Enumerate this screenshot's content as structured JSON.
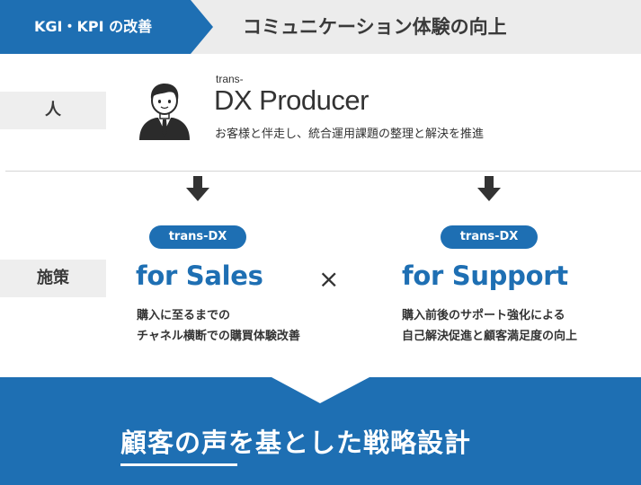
{
  "header": {
    "tag_label": "KGI・KPI の改善",
    "title": "コミュニケーション体験の向上"
  },
  "person_row": {
    "label": "人",
    "avatar_icon": "businessman-icon",
    "brand_small": "trans-",
    "brand_title": "DX Producer",
    "description": "お客様と伴走し、統合運用課題の整理と解決を推進"
  },
  "measures_row": {
    "label": "施策",
    "times_symbol": "×",
    "left": {
      "pill": "trans-DX",
      "title": "for Sales",
      "lines": [
        "購入に至るまでの",
        "チャネル横断での購買体験改善"
      ]
    },
    "right": {
      "pill": "trans-DX",
      "title": "for Support",
      "lines": [
        "購入前後のサポート強化による",
        "自己解決促進と顧客満足度の向上"
      ]
    }
  },
  "bottom": {
    "title": "顧客の声を基とした戦略設計"
  },
  "colors": {
    "primary_blue": "#1e6fb3",
    "light_gray": "#ececec",
    "dark_text": "#333333"
  }
}
